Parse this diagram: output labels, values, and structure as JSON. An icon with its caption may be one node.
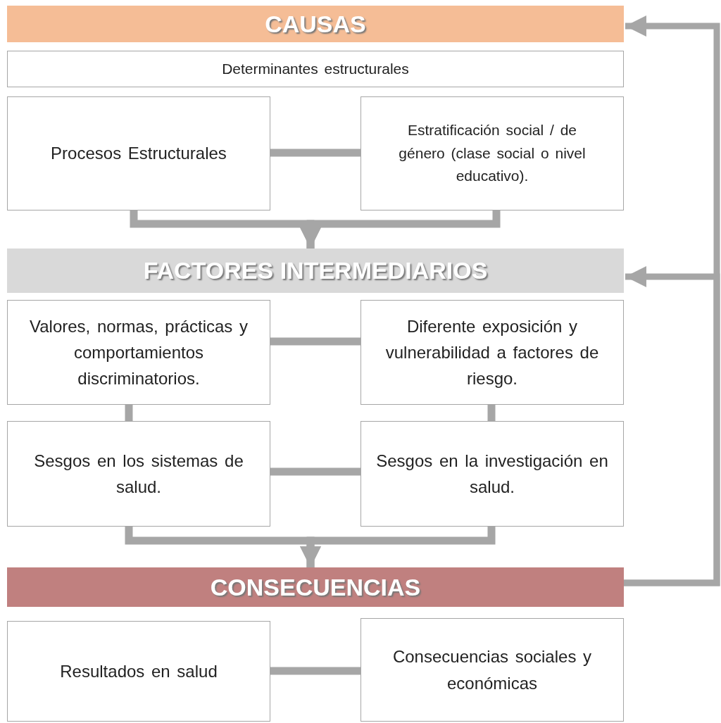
{
  "diagram": {
    "nodes": [
      {
        "text": [
          "CAUSAS"
        ]
      },
      {
        "text": [
          "Determinantes estructurales"
        ]
      },
      {
        "text": [
          "Procesos Estructurales"
        ]
      },
      {
        "text": [
          "Estratificación social / de género (clase social o nivel educativo)."
        ]
      },
      {
        "text": [
          "FACTORES INTERMEDIARIOS"
        ]
      },
      {
        "text": [
          "Valores, normas, prácticas y comportamientos discriminatorios."
        ]
      },
      {
        "text": [
          "Diferente exposición y vulnerabilidad a factores de riesgo."
        ]
      },
      {
        "text": [
          "Sesgos en los sistemas de salud."
        ]
      },
      {
        "text": [
          "Sesgos en la investigación en salud."
        ]
      },
      {
        "text": [
          "CONSECUENCIAS"
        ]
      },
      {
        "text": [
          "Resultados en salud"
        ]
      },
      {
        "text": [
          "Consecuencias sociales y económicas"
        ]
      }
    ],
    "edges": [
      {
        "from": 2,
        "to": 3,
        "arrow": "none"
      },
      {
        "from": 2,
        "to": 4,
        "arrow": "to"
      },
      {
        "from": 3,
        "to": 4,
        "arrow": "to"
      },
      {
        "from": 5,
        "to": 6,
        "arrow": "none"
      },
      {
        "from": 5,
        "to": 7,
        "arrow": "none"
      },
      {
        "from": 6,
        "to": 8,
        "arrow": "none"
      },
      {
        "from": 7,
        "to": 8,
        "arrow": "none"
      },
      {
        "from": 7,
        "to": 9,
        "arrow": "to"
      },
      {
        "from": 8,
        "to": 9,
        "arrow": "to"
      },
      {
        "from": 10,
        "to": 11,
        "arrow": "none"
      },
      {
        "from": 9,
        "to": 0,
        "arrow": "to"
      },
      {
        "from": 9,
        "to": 4,
        "arrow": "to"
      }
    ]
  }
}
